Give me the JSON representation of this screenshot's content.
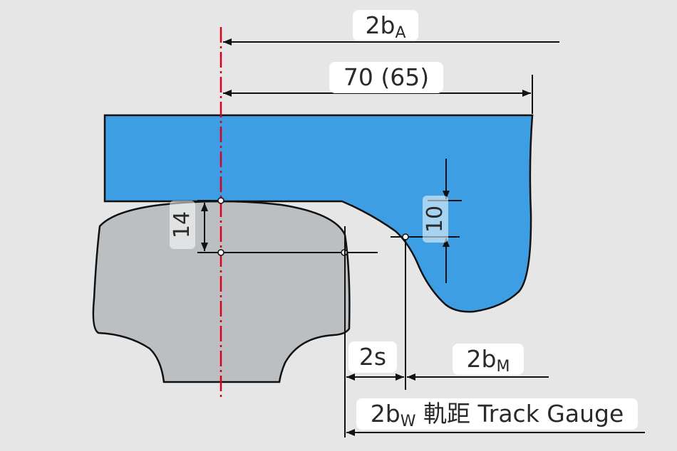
{
  "colors": {
    "background": "#e6e6e6",
    "wheel": "#3d9ee3",
    "rail": "#bcbfc2",
    "centerline": "#d9001b",
    "outline": "#111111",
    "dimension": "#111111"
  },
  "labels": {
    "two_b_a": {
      "main": "2b",
      "sub": "A"
    },
    "seventy": "70 (65)",
    "fourteen": "14",
    "ten": "10",
    "two_s": "2s",
    "two_b_m": {
      "main": "2b",
      "sub": "M"
    },
    "two_b_w": {
      "main": "2b",
      "sub": "W",
      "text": " 軌距 Track Gauge"
    }
  }
}
